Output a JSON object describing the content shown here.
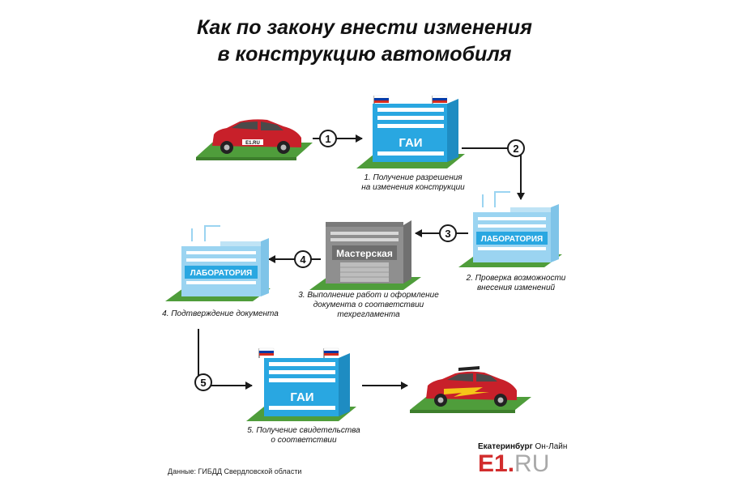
{
  "title": {
    "line1": "Как по закону внести изменения",
    "line2": "в конструкцию автомобиля"
  },
  "steps": [
    {
      "number": "1",
      "caption_lines": [
        "1. Получение разрешения",
        "на изменения конструкции"
      ],
      "building_label": "ГАИ"
    },
    {
      "number": "2",
      "caption_lines": [
        "2. Проверка возможности",
        "внесения изменений"
      ],
      "building_label": "ЛАБОРАТОРИЯ"
    },
    {
      "number": "3",
      "caption_lines": [
        "3. Выполнение работ и оформление",
        "документа о соответствии",
        "техрегламента"
      ],
      "building_label": "Мастерская"
    },
    {
      "number": "4",
      "caption_lines": [
        "4. Подтверждение документа"
      ],
      "building_label": "ЛАБОРАТОРИЯ"
    },
    {
      "number": "5",
      "caption_lines": [
        "5. Получение свидетельства",
        "о соответствии"
      ],
      "building_label": "ГАИ"
    }
  ],
  "car_plate": "E1.RU",
  "source": "Данные: ГИБДД Свердловской области",
  "brand": {
    "city": "Екатеринбург",
    "suffix": "Он-Лайн",
    "logo_main": "E1.",
    "logo_suffix": "RU"
  },
  "colors": {
    "gai_blue": "#29a7e1",
    "lab_light": "#9bd4f1",
    "workshop_grey": "#8f8f8f",
    "grass": "#4f9d3b",
    "car_red": "#c8202a",
    "flag_red": "#d52b1e",
    "flag_blue": "#0039a6"
  },
  "icons": [
    "arrow-icon",
    "flag-icon",
    "car-icon",
    "building-icon"
  ]
}
